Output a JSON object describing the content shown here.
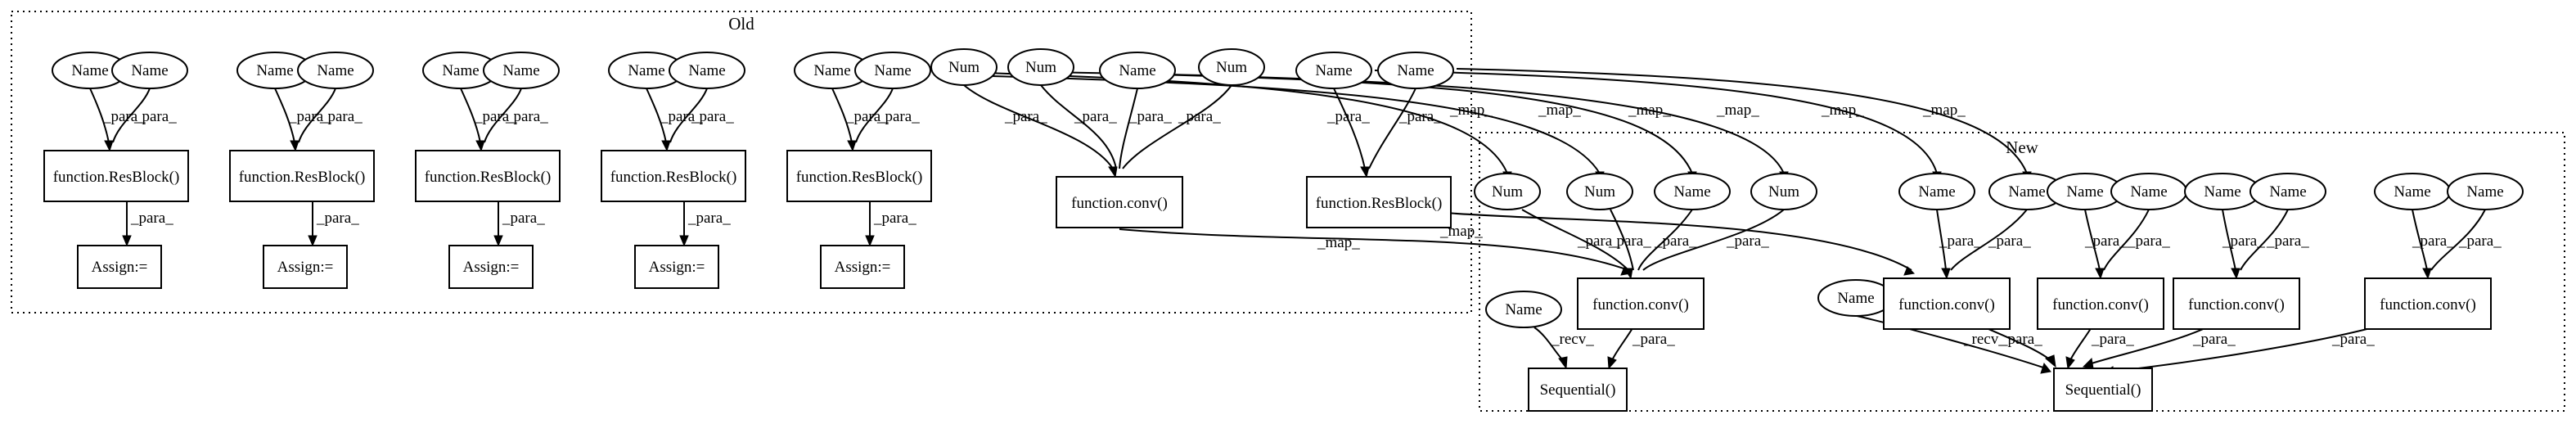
{
  "clusters": {
    "old": "Old",
    "new": "New"
  },
  "labels": {
    "name": "Name",
    "num": "Num",
    "resblock": "function.ResBlock()",
    "conv": "function.conv()",
    "assign": "Assign:=",
    "sequential": "Sequential()"
  },
  "edge_labels": {
    "para": "_para_",
    "map": "_map_",
    "recv": "_recv_"
  }
}
